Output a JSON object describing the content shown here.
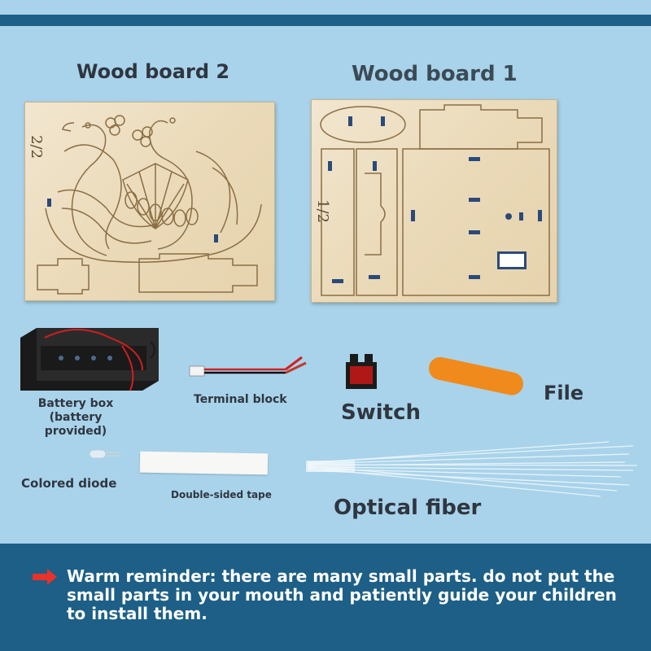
{
  "labels": {
    "wood_board_2": "Wood board 2",
    "wood_board_1": "Wood board 1",
    "battery_box": "Battery box (battery provided)",
    "terminal_block": "Terminal block",
    "switch": "Switch",
    "file": "File",
    "colored_diode": "Colored diode",
    "double_sided_tape": "Double-sided tape",
    "optical_fiber": "Optical fiber"
  },
  "board_marks": {
    "board2_mark": "2/2",
    "board1_mark": "1/2"
  },
  "reminder": {
    "text": "Warm reminder: there are many small parts. do not put the small parts in your mouth and patiently guide your children to install them."
  },
  "colors": {
    "background": "#a9d3ea",
    "panel": "#1d5f86",
    "arrow": "#e8322a",
    "file": "#f08a1c"
  },
  "icons": [
    "right-arrow-icon"
  ]
}
